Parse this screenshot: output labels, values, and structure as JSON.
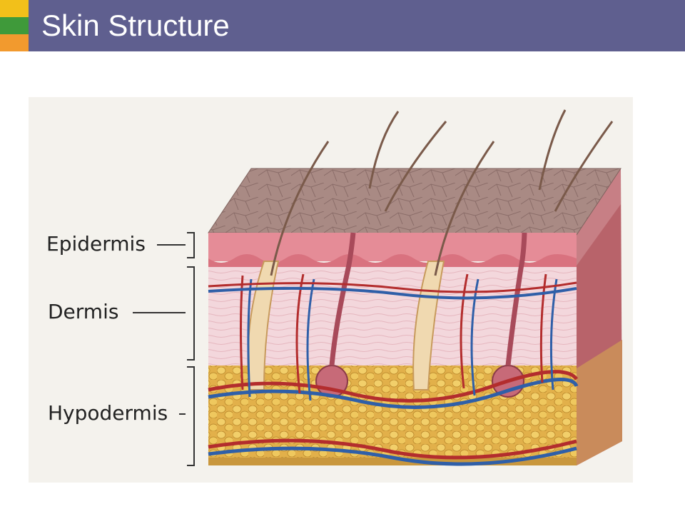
{
  "slide": {
    "title": "Skin Structure",
    "accent_colors": [
      "#f2c01a",
      "#3f9a3a",
      "#f29a2e"
    ],
    "title_bar_color": "#5f5f8f"
  },
  "diagram": {
    "labels": {
      "epidermis": "Epidermis",
      "dermis": "Dermis",
      "hypodermis": "Hypodermis"
    }
  }
}
